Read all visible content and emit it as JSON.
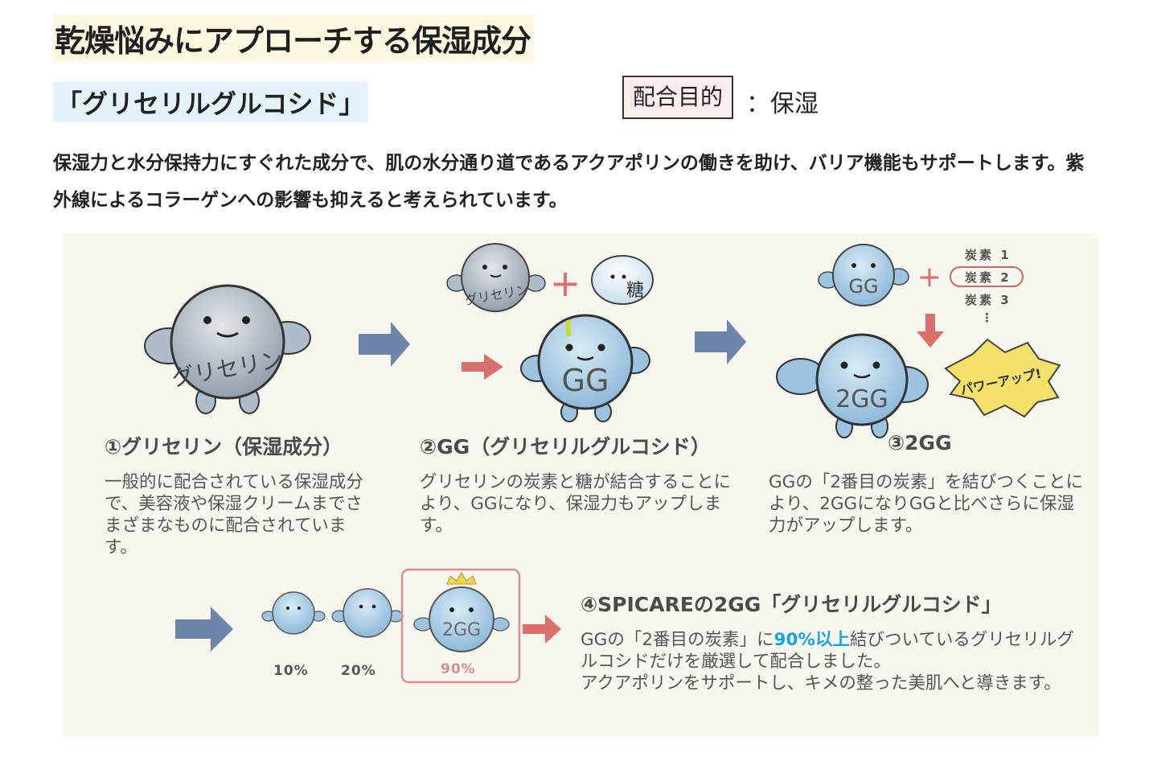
{
  "page": {
    "title": "乾燥悩みにアプローチする保湿成分",
    "ingredient_name": "「グリセリルグルコシド」",
    "purpose_label": "配合目的",
    "purpose_value": "：保湿",
    "description": "保湿力と水分保持力にすぐれた成分で、肌の水分通り道であるアクアポリンの働きを助け、バリア機能もサポートします。紫外線によるコラーゲンへの影響も抑えると考えられています。"
  },
  "diagram": {
    "characters": {
      "glycerin_label": "グリセリン",
      "sugar_label": "糖",
      "gg_label": "GG",
      "two_gg_label": "2GG",
      "power_up": "パワーアップ!"
    },
    "carbons": [
      "炭素 1",
      "炭素 2",
      "炭素 3",
      "⋮"
    ],
    "steps": [
      {
        "caption": "①グリセリン（保湿成分）",
        "text": "一般的に配合されている保湿成分で、美容液や保湿クリームまでさまざまなものに配合されています。"
      },
      {
        "caption": "②GG（グリセリルグルコシド）",
        "text": "グリセリンの炭素と糖が結合することにより、GGになり、保湿力もアップします。"
      },
      {
        "caption": "③2GG",
        "text": "GGの「2番目の炭素」を結びつくことにより、2GGになりGGと比べさらに保湿力がアップします。"
      },
      {
        "caption": "④SPICAREの2GG「グリセリルグルコシド」",
        "text_before": "GGの「2番目の炭素」に",
        "text_highlight": "90%以上",
        "text_after": "結びついているグリセリルグルコシドだけを厳選して配合しました。",
        "text_line3": "アクアポリンをサポートし、キメの整った美肌へと導きます。"
      }
    ],
    "purity": [
      "10%",
      "20%",
      "90%"
    ]
  },
  "colors": {
    "title_bg": "#fdf9e1",
    "subtitle_bg": "#e4f2fb",
    "panel_bg": "#f8f6ee",
    "arrow_blue": "#6e86ad",
    "arrow_red": "#d9706b",
    "highlight_blue": "#19a3e0",
    "chara_blue": "#a8cbe4"
  }
}
